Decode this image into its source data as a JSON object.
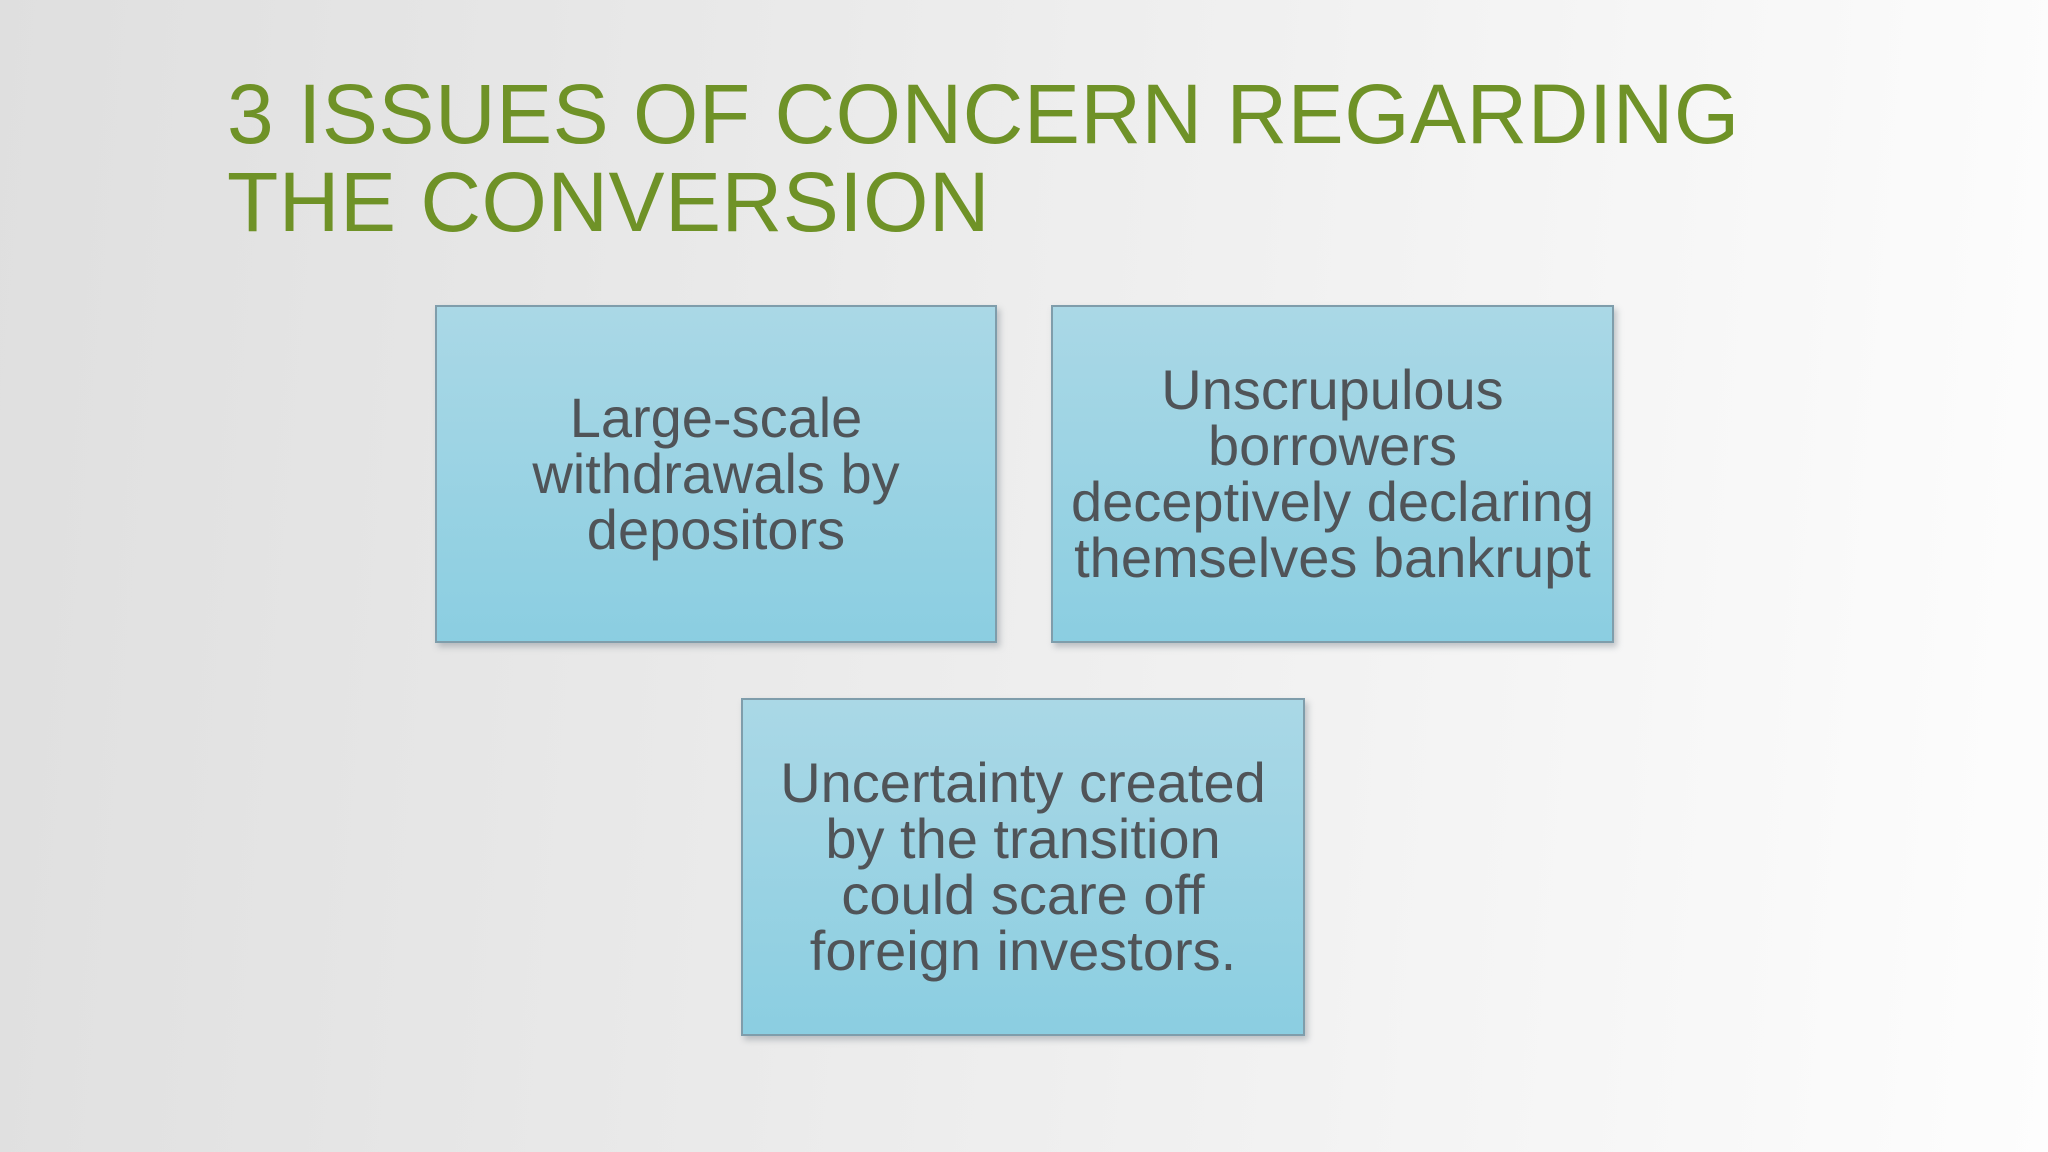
{
  "slide": {
    "title": "3 ISSUES OF CONCERN REGARDING\nTHE CONVERSION",
    "boxes": [
      {
        "text": "Large-scale\nwithdrawals by\ndepositors"
      },
      {
        "text": "Unscrupulous\nborrowers\ndeceptively declaring\nthemselves bankrupt"
      },
      {
        "text": "Uncertainty created\nby the transition\ncould scare off\nforeign investors."
      }
    ]
  },
  "colors": {
    "title_green": "#6f9227",
    "box_fill_top": "#aad8e6",
    "box_fill_bottom": "#8bcee1",
    "box_border": "#7f9dab",
    "box_text": "#505458",
    "bg_left": "#dfdfdf",
    "bg_mid": "#efefef",
    "bg_right": "#fdfdfd"
  }
}
